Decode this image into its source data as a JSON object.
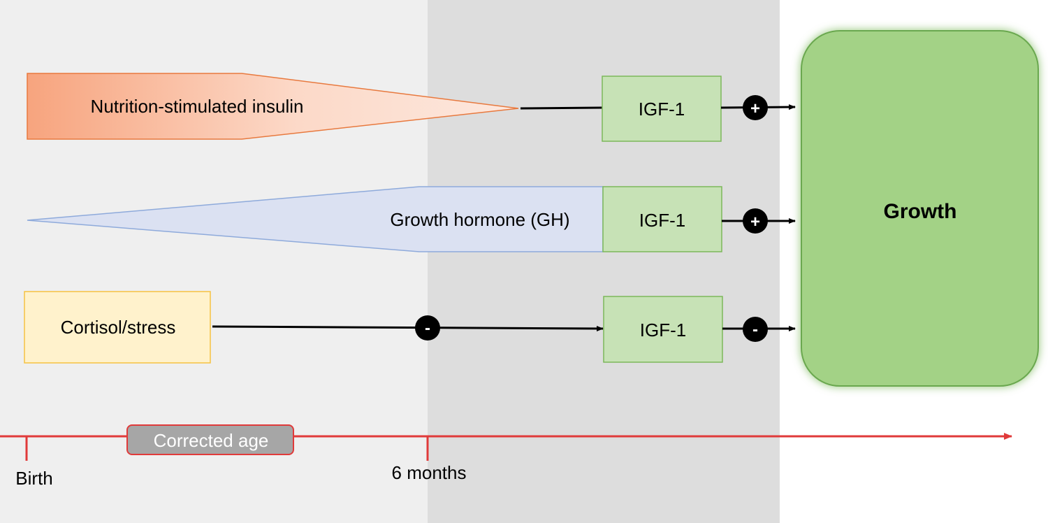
{
  "nodes": {
    "insulin": "Nutrition-stimulated insulin",
    "gh": "Growth hormone (GH)",
    "cortisol": "Cortisol/stress",
    "igf_row1": "IGF-1",
    "igf_row2": "IGF-1",
    "igf_row3": "IGF-1",
    "growth": "Growth"
  },
  "signs": {
    "row1_growth": "+",
    "row2_growth": "+",
    "cortisol_igf": "-",
    "row3_growth": "-"
  },
  "timeline": {
    "corrected_age": "Corrected age",
    "birth": "Birth",
    "six_months": "6 months"
  },
  "colors": {
    "insulin_fill": "#f7a27a",
    "insulin_stroke": "#e8793e",
    "gh_fill": "#dbe1f2",
    "gh_stroke": "#8eaadb",
    "igf_fill": "#c7e2b6",
    "igf_stroke": "#7cb85a",
    "cortisol_fill": "#fff2cc",
    "cortisol_stroke": "#f5c242",
    "growth_fill": "#a3d286",
    "growth_stroke": "#6aa84f",
    "timeline": "#e03a3a",
    "corrected_age_fill": "#a6a6a6"
  }
}
